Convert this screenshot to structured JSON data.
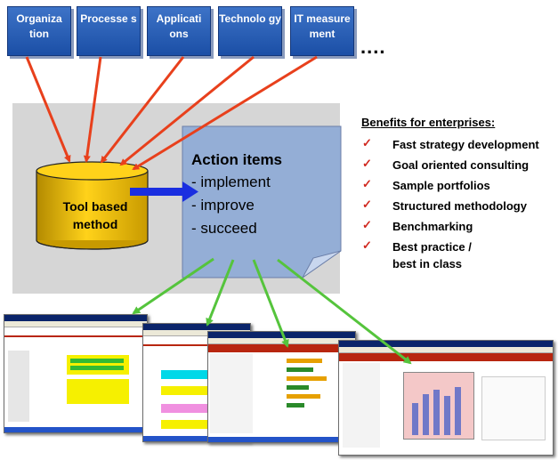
{
  "top_boxes": [
    {
      "label": "Organiza tion"
    },
    {
      "label": "Processe s"
    },
    {
      "label": "Applicati ons"
    },
    {
      "label": "Technolo gy"
    },
    {
      "label": "IT measure ment"
    }
  ],
  "ellipsis": "....",
  "cylinder_label": "Tool based method",
  "action": {
    "title": "Action items",
    "items": [
      "- implement",
      "- improve",
      "- succeed"
    ]
  },
  "benefits": {
    "title": "Benefits for enterprises:",
    "check_mark": "✓",
    "items": [
      "Fast strategy development",
      "Goal oriented consulting",
      "Sample portfolios",
      "Structured methodology",
      "Benchmarking",
      "Best practice / best in class"
    ]
  },
  "colors": {
    "box_blue": "#2a5fb8",
    "arrow_red": "#e8401c",
    "arrow_green": "#55c43c",
    "arrow_blue": "#1a2ee0",
    "cylinder_gold": "#e8b400",
    "document_blue": "#94aed6",
    "panel_gray": "#d6d6d6",
    "check_red": "#d0281f"
  }
}
